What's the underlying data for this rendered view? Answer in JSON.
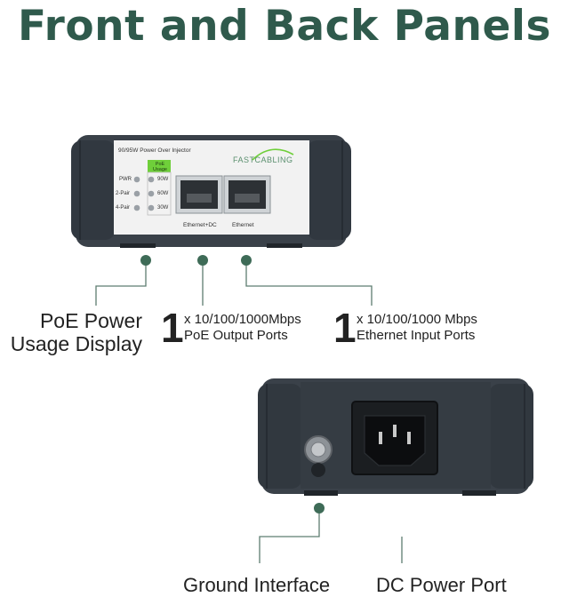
{
  "title": "Front and Back Panels",
  "front": {
    "model_text": "90/95W Power Over Injector",
    "brand_logo": "FASTCABLING",
    "poe_usage_badge": "PoE Usage",
    "leds_left": [
      "PWR",
      "2-Pair",
      "4-Pair"
    ],
    "leds_right": [
      "90W",
      "60W",
      "30W"
    ],
    "port_labels": [
      "Ethernet+DC",
      "Ethernet"
    ]
  },
  "callouts": {
    "poe_power": "PoE Power\nUsage Display",
    "output_count": "1",
    "output_line1": "x 10/100/1000Mbps",
    "output_line2": "PoE Output Ports",
    "input_count": "1",
    "input_line1": "x 10/100/1000 Mbps",
    "input_line2": "Ethernet Input Ports",
    "ground": "Ground Interface",
    "dc_power": "DC Power Port"
  },
  "colors": {
    "title": "#2f5a4c",
    "dot": "#3e6b57",
    "line": "#5d7d70",
    "device_body": "#3a4149",
    "panel": "#f2f2f2",
    "led_green": "#6fcf3a"
  }
}
